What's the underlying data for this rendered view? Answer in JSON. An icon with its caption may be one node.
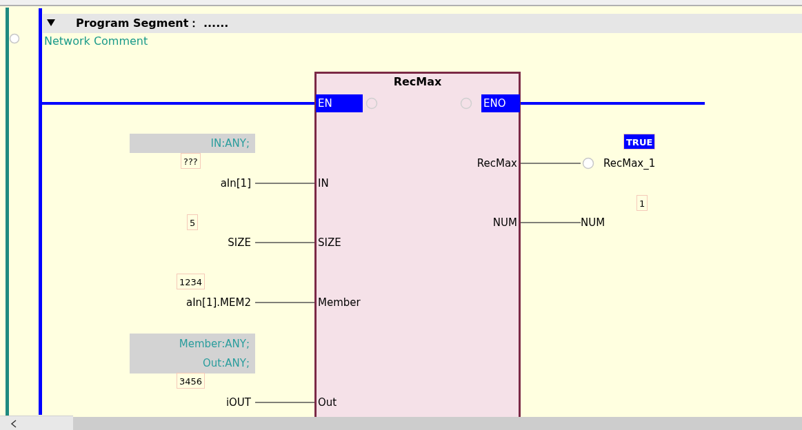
{
  "diagram": {
    "title": "Program Segment： ......",
    "nodes": [
      {
        "text": [],
        "shape": "bar"
      },
      {
        "text": [
          "RecMax"
        ]
      },
      {
        "text": [
          "EN"
        ],
        "in": 1
      },
      {
        "text": [
          "ENO"
        ],
        "in": 1
      },
      {
        "text": [
          "RecMax"
        ],
        "in": 1
      },
      {
        "text": [
          "IN"
        ],
        "in": 1
      },
      {
        "text": [
          "NUM"
        ],
        "in": 1
      },
      {
        "text": [
          "SIZE"
        ],
        "in": 1
      },
      {
        "text": [
          "Member"
        ],
        "in": 1
      },
      {
        "text": [
          "Out"
        ],
        "in": 1
      },
      {
        "text": [
          "aIn[1]"
        ],
        "beside": [
          "???"
        ]
      },
      {
        "text": [
          "SIZE"
        ],
        "beside": [
          "5"
        ]
      },
      {
        "text": [
          "aIn[1].MEM2"
        ],
        "beside": [
          "1234"
        ]
      },
      {
        "text": [
          "iOUT"
        ],
        "beside": [
          "3456"
        ]
      },
      {
        "text": [
          "RecMax_1"
        ],
        "beside": [
          "TRUE"
        ]
      },
      {
        "text": [
          "NUM"
        ]
      }
    ],
    "edges": [
      {
        "from": 0,
        "to": 2,
        "arrow": "none",
        "style": "thick",
        "color": "#0000ff"
      },
      {
        "from": 3,
        "to": null,
        "arrow": "none",
        "style": "thick",
        "color": "#0000ff"
      },
      {
        "from": 10,
        "to": 5,
        "arrow": "none"
      },
      {
        "from": 11,
        "to": 7,
        "arrow": "none"
      },
      {
        "from": 12,
        "to": 8,
        "arrow": "none"
      },
      {
        "from": 13,
        "to": 9,
        "arrow": "none"
      },
      {
        "from": 4,
        "to": 14,
        "arrow": "none"
      },
      {
        "from": 6,
        "to": 15,
        "arrow": "none"
      }
    ],
    "labels": [
      "Network Comment",
      "IN:ANY;",
      "1",
      "Member:ANY; Out:ANY;"
    ]
  }
}
